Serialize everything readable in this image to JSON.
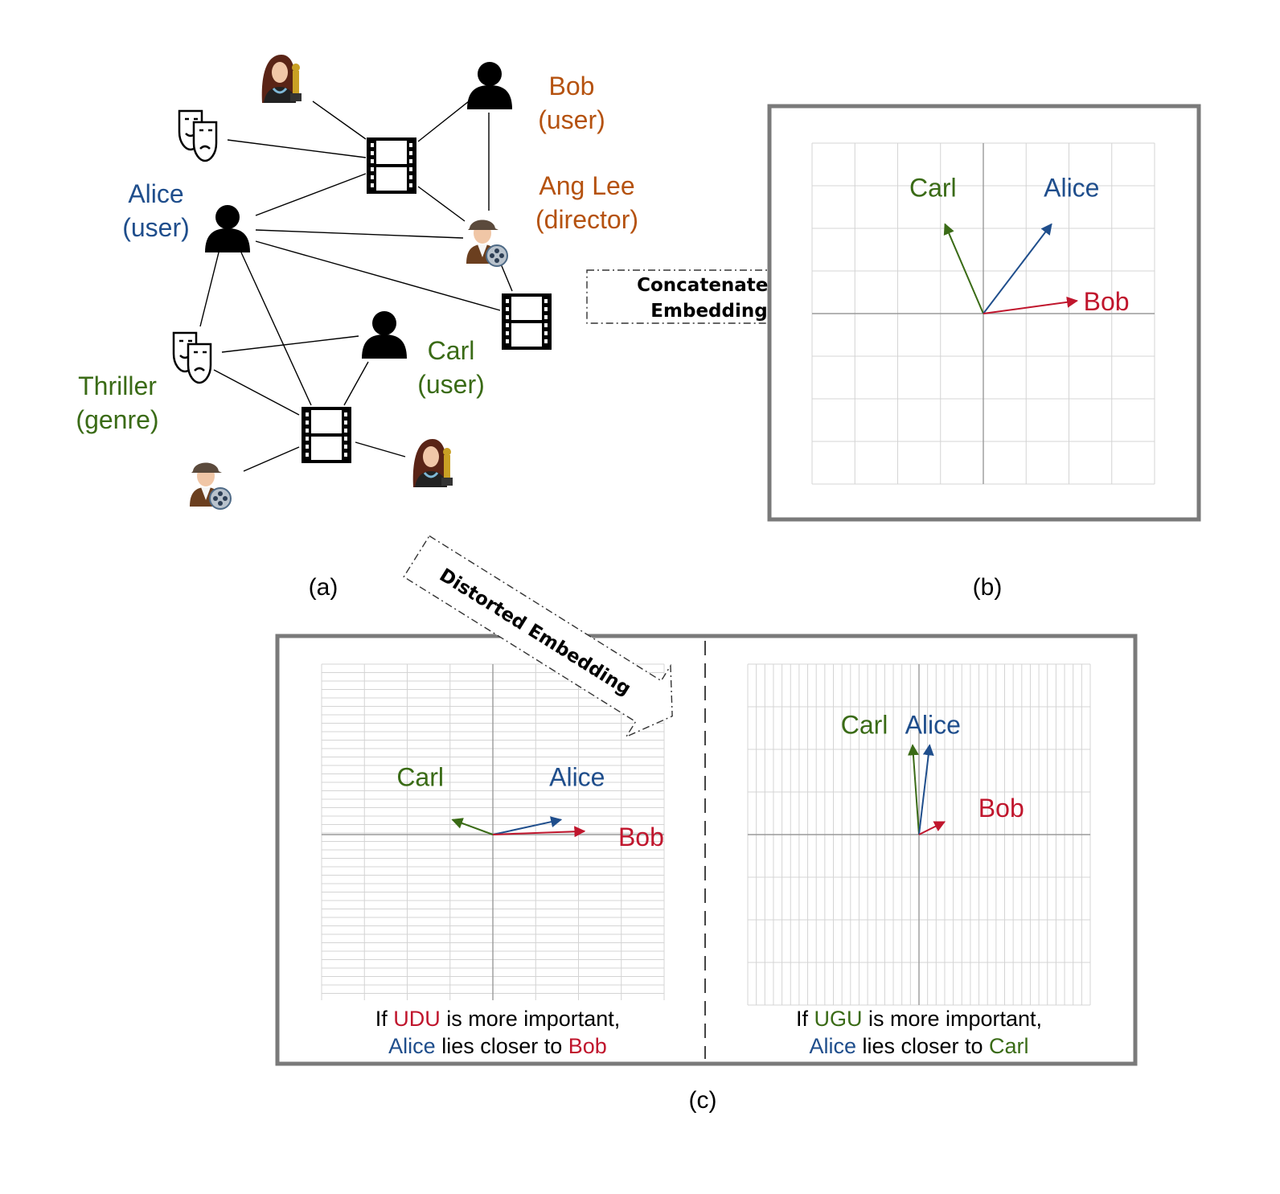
{
  "colors": {
    "blue": "#1f4e8c",
    "orange": "#b5520f",
    "green": "#3a6b16",
    "red": "#c0162d",
    "frame": "#7a7a7a",
    "grid": "#d4d4d4",
    "axis": "#9a9a9a"
  },
  "panel_a": {
    "caption": "(a)",
    "nodes": {
      "alice": {
        "name": "Alice",
        "role": "(user)",
        "icon": "user-icon"
      },
      "bob": {
        "name": "Bob",
        "role": "(user)",
        "icon": "user-icon"
      },
      "carl": {
        "name": "Carl",
        "role": "(user)",
        "icon": "user-icon"
      },
      "ang_lee": {
        "name": "Ang Lee",
        "role": "(director)",
        "icon": "director-icon"
      },
      "thriller": {
        "name": "Thriller",
        "role": "(genre)",
        "icon": "theater-masks-icon"
      }
    }
  },
  "arrows": {
    "concatenated_line1": "Concatenated",
    "concatenated_line2": "Embedding",
    "distorted": "Distorted Embedding"
  },
  "panel_b": {
    "caption": "(b)",
    "vectors": [
      {
        "name": "Carl",
        "color": "#3a6b16",
        "dx": -0.9,
        "dy": 2.1
      },
      {
        "name": "Alice",
        "color": "#1f4e8c",
        "dx": 1.6,
        "dy": 2.1
      },
      {
        "name": "Bob",
        "color": "#c0162d",
        "dx": 2.2,
        "dy": 0.3
      }
    ]
  },
  "panel_c": {
    "caption": "(c)",
    "left": {
      "note_line1": {
        "pre": "If ",
        "hl": "UDU",
        "post": " is more important,"
      },
      "note_line2": {
        "hl": "Alice",
        "post": " lies closer to ",
        "hl2": "Bob"
      },
      "vectors": [
        {
          "name": "Carl",
          "color": "#3a6b16",
          "dx": -0.95,
          "dy": 0.35
        },
        {
          "name": "Alice",
          "color": "#1f4e8c",
          "dx": 1.6,
          "dy": 0.35
        },
        {
          "name": "Bob",
          "color": "#c0162d",
          "dx": 2.15,
          "dy": 0.08
        }
      ]
    },
    "right": {
      "note_line1": {
        "pre": "If ",
        "hl": "UGU",
        "post": " is more important,"
      },
      "note_line2": {
        "hl": "Alice",
        "post": " lies closer to ",
        "hl2": "Carl"
      },
      "vectors": [
        {
          "name": "Carl",
          "color": "#3a6b16",
          "dx": -0.15,
          "dy": 2.1
        },
        {
          "name": "Alice",
          "color": "#1f4e8c",
          "dx": 0.25,
          "dy": 2.1
        },
        {
          "name": "Bob",
          "color": "#c0162d",
          "dx": 0.6,
          "dy": 0.3
        }
      ]
    }
  }
}
